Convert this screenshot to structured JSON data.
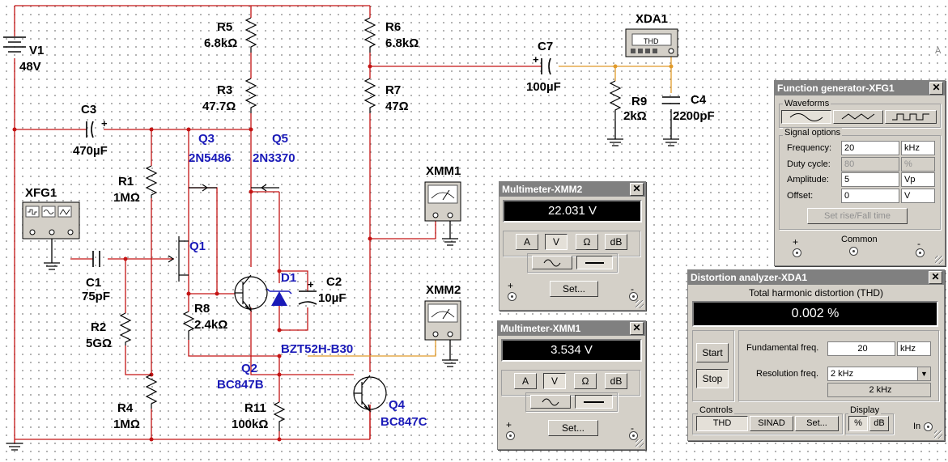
{
  "schematic": {
    "v1": {
      "name": "V1",
      "value": "48V"
    },
    "r5": {
      "name": "R5",
      "value": "6.8kΩ"
    },
    "r6": {
      "name": "R6",
      "value": "6.8kΩ"
    },
    "r3": {
      "name": "R3",
      "value": "47.7Ω"
    },
    "r7": {
      "name": "R7",
      "value": "47Ω"
    },
    "c7": {
      "name": "C7",
      "value": "100µF"
    },
    "c3": {
      "name": "C3",
      "value": "470µF"
    },
    "r9": {
      "name": "R9",
      "value": "2kΩ"
    },
    "c4": {
      "name": "C4",
      "value": "2200pF"
    },
    "q3": {
      "name": "Q3",
      "model": "2N5486"
    },
    "q5": {
      "name": "Q5",
      "model": "2N3370"
    },
    "r1": {
      "name": "R1",
      "value": "1MΩ"
    },
    "xfg1": {
      "name": "XFG1"
    },
    "q1": {
      "name": "Q1"
    },
    "c1": {
      "name": "C1",
      "value": "75pF"
    },
    "d1": {
      "name": "D1",
      "model": "BZT52H-B30"
    },
    "c2": {
      "name": "C2",
      "value": "10µF"
    },
    "r8": {
      "name": "R8",
      "value": "2.4kΩ"
    },
    "r2": {
      "name": "R2",
      "value": "5GΩ"
    },
    "q2": {
      "name": "Q2",
      "model": "BC847B"
    },
    "r4": {
      "name": "R4",
      "value": "1MΩ"
    },
    "r11": {
      "name": "R11",
      "value": "100kΩ"
    },
    "q4": {
      "name": "Q4",
      "model": "BC847C"
    },
    "xmm1": {
      "name": "XMM1"
    },
    "xmm2": {
      "name": "XMM2"
    },
    "xda1": {
      "name": "XDA1",
      "badge": "THD"
    },
    "edge_letter": "A"
  },
  "multimeter_xmm2": {
    "title": "Multimeter-XMM2",
    "reading": "22.031 V",
    "modes": [
      "A",
      "V",
      "Ω",
      "dB"
    ],
    "active_mode": "V",
    "set_label": "Set...",
    "plus": "+",
    "minus": "-",
    "close": "✕"
  },
  "multimeter_xmm1": {
    "title": "Multimeter-XMM1",
    "reading": "3.534 V",
    "modes": [
      "A",
      "V",
      "Ω",
      "dB"
    ],
    "active_mode": "V",
    "set_label": "Set...",
    "plus": "+",
    "minus": "-",
    "close": "✕"
  },
  "function_generator": {
    "title": "Function generator-XFG1",
    "waveforms_label": "Waveforms",
    "signal_options_label": "Signal options",
    "frequency_label": "Frequency:",
    "frequency_value": "20",
    "frequency_unit": "kHz",
    "duty_label": "Duty cycle:",
    "duty_value": "80",
    "duty_unit": "%",
    "amplitude_label": "Amplitude:",
    "amplitude_value": "5",
    "amplitude_unit": "Vp",
    "offset_label": "Offset:",
    "offset_value": "0",
    "offset_unit": "V",
    "rise_fall_label": "Set rise/Fall time",
    "plus": "+",
    "common_label": "Common",
    "minus": "-",
    "close": "✕"
  },
  "distortion_analyzer": {
    "title": "Distortion analyzer-XDA1",
    "heading": "Total harmonic distortion (THD)",
    "reading": "0.002 %",
    "start_label": "Start",
    "stop_label": "Stop",
    "fundamental_label": "Fundamental freq.",
    "fundamental_value": "20",
    "fundamental_unit": "kHz",
    "resolution_label": "Resolution freq.",
    "resolution_value": "2 kHz",
    "resolution_display": "2 kHz",
    "controls_label": "Controls",
    "thd_label": "THD",
    "sinad_label": "SINAD",
    "set_label": "Set...",
    "display_label": "Display",
    "percent_label": "%",
    "db_label": "dB",
    "in_label": "In",
    "close": "✕"
  }
}
